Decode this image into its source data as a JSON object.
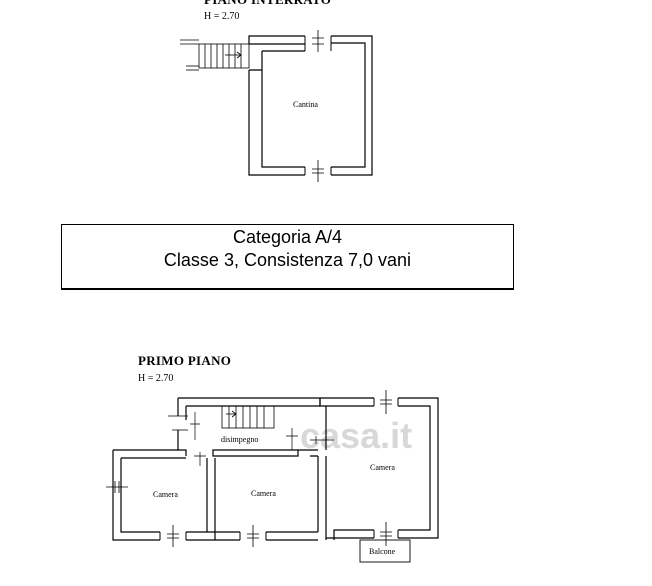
{
  "basement": {
    "title": "PIANO INTERRATO",
    "height": "H = 2.70",
    "rooms": {
      "cantina": "Cantina"
    }
  },
  "cadastral": {
    "line1": "Categoria A/4",
    "line2": "Classe 3, Consistenza 7,0 vani"
  },
  "first_floor": {
    "title": "PRIMO PIANO",
    "height": "H = 2.70",
    "rooms": {
      "disimpegno": "disimpegno",
      "camera_left": "Camera",
      "camera_center": "Camera",
      "camera_right": "Camera",
      "balcone": "Balcone"
    }
  },
  "watermark": {
    "text": "casa.it"
  }
}
